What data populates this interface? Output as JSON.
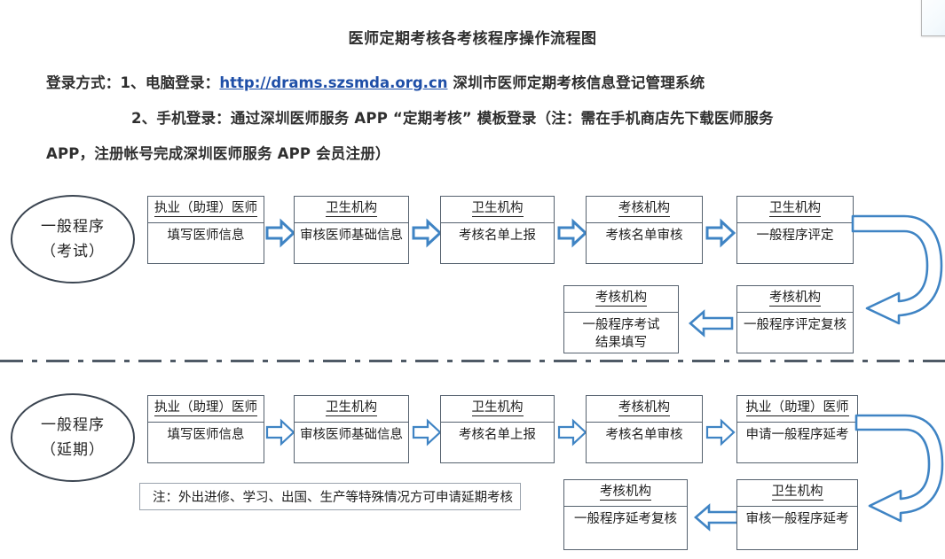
{
  "document": {
    "title": "医师定期考核各考核程序操作流程图",
    "paragraphs": {
      "line1_prefix": "登录方式：1、电脑登录：",
      "line1_url": "http://drams.szsmda.org.cn",
      "line1_suffix": " 深圳市医师定期考核信息登记管理系统",
      "line2": "2、手机登录：通过深圳医师服务 APP “定期考核” 模板登录（注：需在手机商店先下载医师服务",
      "line3": "APP，注册帐号完成深圳医师服务 APP 会员注册）"
    }
  },
  "colors": {
    "arrow_blue": "#3f84c4",
    "box_border": "#55616e",
    "link_blue": "#1f4fa8",
    "divider": "#4f5a66"
  },
  "flow_exam": {
    "label": {
      "line1": "一般程序",
      "line2": "（考试）"
    },
    "steps": [
      {
        "actor": "执业（助理）医师",
        "action": "填写医师信息"
      },
      {
        "actor": "卫生机构",
        "action": "审核医师基础信息"
      },
      {
        "actor": "卫生机构",
        "action": "考核名单上报"
      },
      {
        "actor": "考核机构",
        "action": "考核名单审核"
      },
      {
        "actor": "卫生机构",
        "action": "一般程序评定"
      }
    ],
    "steps_row2": [
      {
        "actor": "考核机构",
        "action": "一般程序考试\n结果填写"
      },
      {
        "actor": "考核机构",
        "action": "一般程序评定复核"
      }
    ]
  },
  "flow_defer": {
    "label": {
      "line1": "一般程序",
      "line2": "（延期）"
    },
    "steps": [
      {
        "actor": "执业（助理）医师",
        "action": "填写医师信息"
      },
      {
        "actor": "卫生机构",
        "action": "审核医师基础信息"
      },
      {
        "actor": "卫生机构",
        "action": "考核名单上报"
      },
      {
        "actor": "考核机构",
        "action": "考核名单审核"
      },
      {
        "actor": "执业（助理）医师",
        "action": "申请一般程序延考"
      }
    ],
    "steps_row2": [
      {
        "actor": "考核机构",
        "action": "一般程序延考复核"
      },
      {
        "actor": "卫生机构",
        "action": "审核一般程序延考"
      }
    ],
    "note": "注：外出进修、学习、出国、生产等特殊情况方可申请延期考核"
  }
}
